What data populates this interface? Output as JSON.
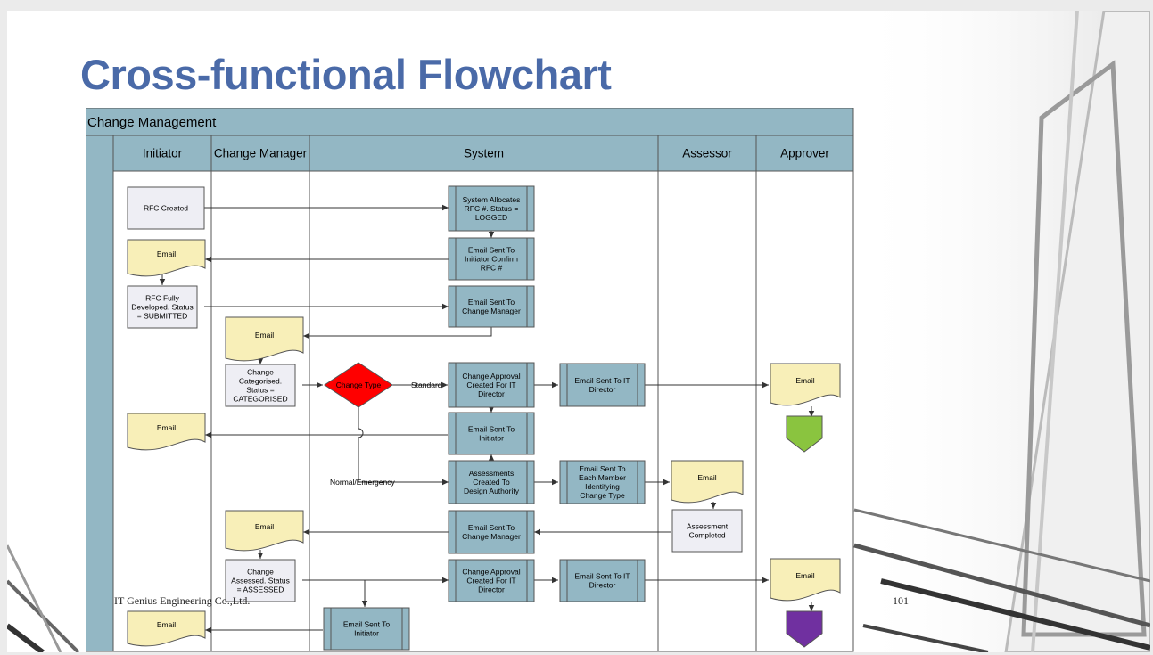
{
  "slide": {
    "title": "Cross-functional Flowchart",
    "footer_company": "IT Genius Engineering Co.,Ltd.",
    "page_number": "101"
  },
  "flowchart": {
    "pool_title": "Change Management",
    "lanes": [
      "Initiator",
      "Change Manager",
      "System",
      "Assessor",
      "Approver"
    ],
    "nodes": {
      "rfc_created": [
        "RFC Created"
      ],
      "email_initiator_1": [
        "Email"
      ],
      "rfc_developed": [
        "RFC Fully",
        "Developed. Status",
        "= SUBMITTED"
      ],
      "email_initiator_2": [
        "Email"
      ],
      "email_initiator_3": [
        "Email"
      ],
      "email_cm_1": [
        "Email"
      ],
      "change_categorised": [
        "Change",
        "Categorised.",
        "Status =",
        "CATEGORISED"
      ],
      "email_cm_2": [
        "Email"
      ],
      "change_assessed": [
        "Change",
        "Assessed. Status",
        "= ASSESSED"
      ],
      "change_type": [
        "Change Type"
      ],
      "sys_allocates": [
        "System Allocates",
        "RFC #. Status =",
        "LOGGED"
      ],
      "sys_email_confirm": [
        "Email Sent To",
        "Initiator Confirm",
        "RFC #"
      ],
      "sys_email_cm": [
        "Email Sent To",
        "Change Manager"
      ],
      "sys_approval_1": [
        "Change Approval",
        "Created For IT",
        "Director"
      ],
      "sys_email_init_a": [
        "Email Sent To",
        "Initiator"
      ],
      "sys_assessments": [
        "Assessments",
        "Created To",
        "Design Authority"
      ],
      "sys_email_cm_2": [
        "Email Sent To",
        "Change Manager"
      ],
      "sys_approval_2": [
        "Change Approval",
        "Created For IT",
        "Director"
      ],
      "sys_email_init_b": [
        "Email Sent To",
        "Initiator"
      ],
      "sys_email_itd_1": [
        "Email Sent To IT",
        "Director"
      ],
      "sys_email_members": [
        "Email Sent To",
        "Each Member",
        "Identifying",
        "Change Type"
      ],
      "sys_email_itd_2": [
        "Email Sent To IT",
        "Director"
      ],
      "email_assessor": [
        "Email"
      ],
      "assessment_completed": [
        "Assessment",
        "Completed"
      ],
      "email_approver_1": [
        "Email"
      ],
      "email_approver_2": [
        "Email"
      ]
    },
    "edge_labels": {
      "standard": "Standard",
      "normal_emergency": "Normal/Emergency"
    },
    "colors": {
      "header": "#93b7c4",
      "system_box": "#93b7c4",
      "process_box": "#eeeef4",
      "document": "#f8efb8",
      "decision": "#ff0000",
      "terminator_green": "#8ac43f",
      "terminator_purple": "#7030a0",
      "title": "#4a6aa8"
    }
  }
}
